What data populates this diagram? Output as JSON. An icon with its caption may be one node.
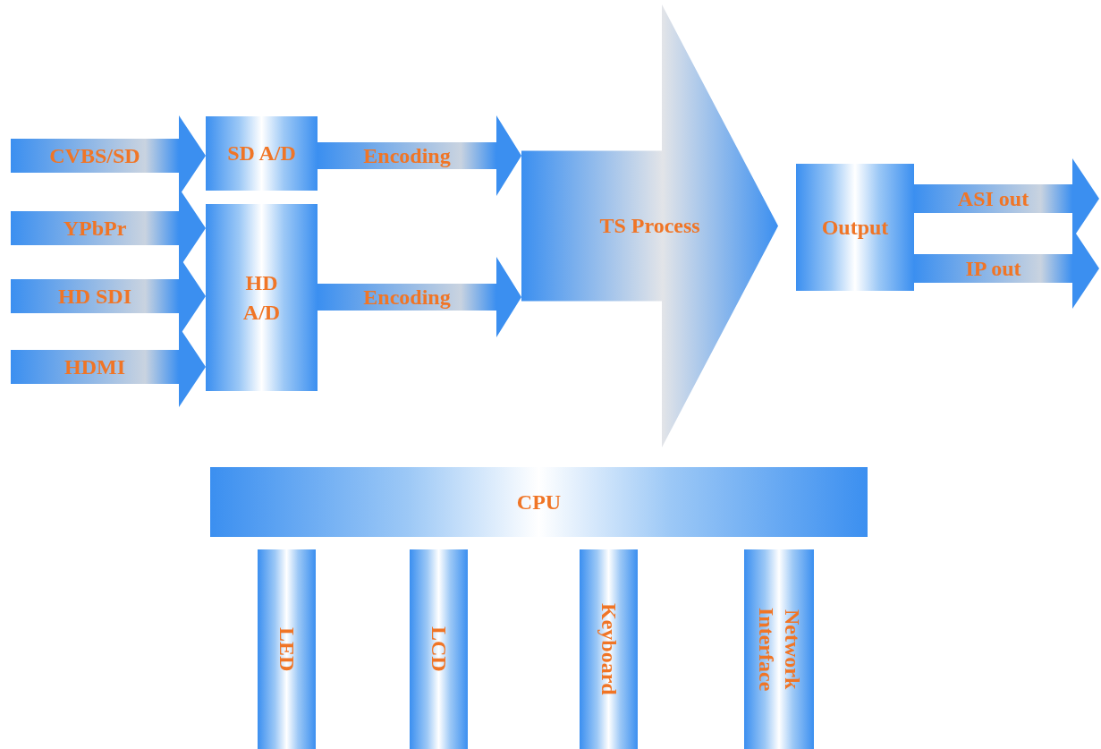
{
  "diagram": {
    "nodes": [
      {
        "text": [
          "SD A/D"
        ]
      },
      {
        "text": [
          "HD A/D"
        ]
      },
      {
        "text": [
          "TS Process"
        ]
      },
      {
        "text": [
          "Output"
        ]
      },
      {
        "text": [
          "CPU"
        ]
      },
      {
        "text": [
          "LED"
        ]
      },
      {
        "text": [
          "LCD"
        ]
      },
      {
        "text": [
          "Keyboard"
        ]
      },
      {
        "text": [
          "Network Interface"
        ]
      }
    ],
    "edges": [
      {
        "from": null,
        "to": 0,
        "arrow": "to",
        "label": "CVBS/SD"
      },
      {
        "from": null,
        "to": 1,
        "arrow": "to",
        "label": "YPbPr"
      },
      {
        "from": null,
        "to": 1,
        "arrow": "to",
        "label": "HD SDI"
      },
      {
        "from": null,
        "to": 1,
        "arrow": "to",
        "label": "HDMI"
      },
      {
        "from": 0,
        "to": 2,
        "arrow": "to",
        "label": "Encoding"
      },
      {
        "from": 1,
        "to": 2,
        "arrow": "to",
        "label": "Encoding"
      },
      {
        "from": 3,
        "to": null,
        "arrow": "to",
        "label": "ASI out"
      },
      {
        "from": 3,
        "to": null,
        "arrow": "to",
        "label": "IP out"
      }
    ]
  }
}
